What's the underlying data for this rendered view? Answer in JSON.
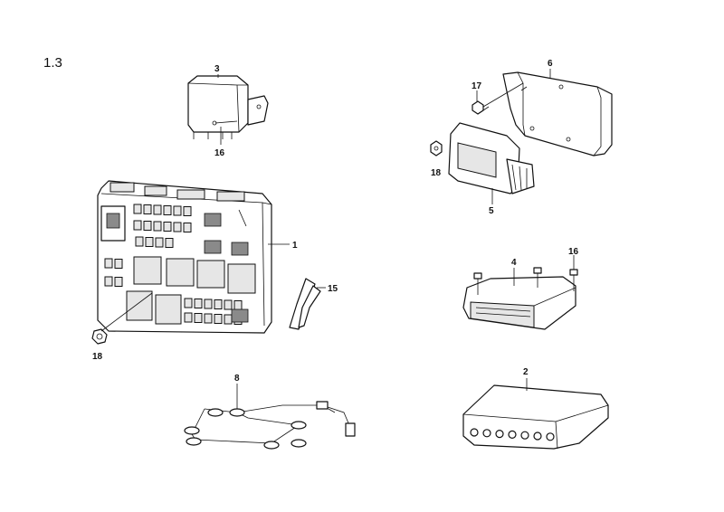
{
  "section_number": "1.3",
  "callouts": {
    "relay_module": "3",
    "relay_stud": "16",
    "fuse_box": "1",
    "fuse_box_nut": "18",
    "fuse_puller": "15",
    "bracket": "6",
    "bracket_screw": "17",
    "ecu_nut": "18",
    "ecu_module": "5",
    "airbag_module": "4",
    "airbag_screw": "16",
    "sensor_mat": "8",
    "control_unit": "2"
  },
  "colors": {
    "line": "#111111",
    "shade": "#e6e6e6",
    "background": "#ffffff"
  }
}
